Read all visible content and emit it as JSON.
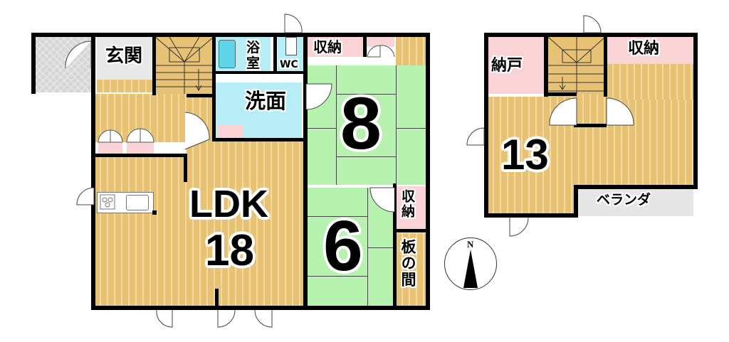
{
  "floorplan": {
    "floor1": {
      "rooms": {
        "genkan": "玄関",
        "bath": "浴室",
        "wc": "WC",
        "washroom": "洗面",
        "storage_top": "収納",
        "washitsu8_size": "8",
        "ldk_label": "LDK",
        "ldk_size": "18",
        "washitsu6_size": "6",
        "storage_right": "収納",
        "itanoma": "板の間"
      }
    },
    "floor2": {
      "rooms": {
        "nando": "納戸",
        "storage": "収納",
        "room_size": "13",
        "veranda": "ベランダ"
      }
    },
    "compass": {
      "label": "N"
    },
    "colors": {
      "wood_floor": "#e8c274",
      "tatami": "#b8f2b0",
      "storage_pink": "#f9d3d6",
      "water_area": "#b7eef6",
      "veranda_gray": "#e6e6e6",
      "wall": "#000000"
    }
  }
}
